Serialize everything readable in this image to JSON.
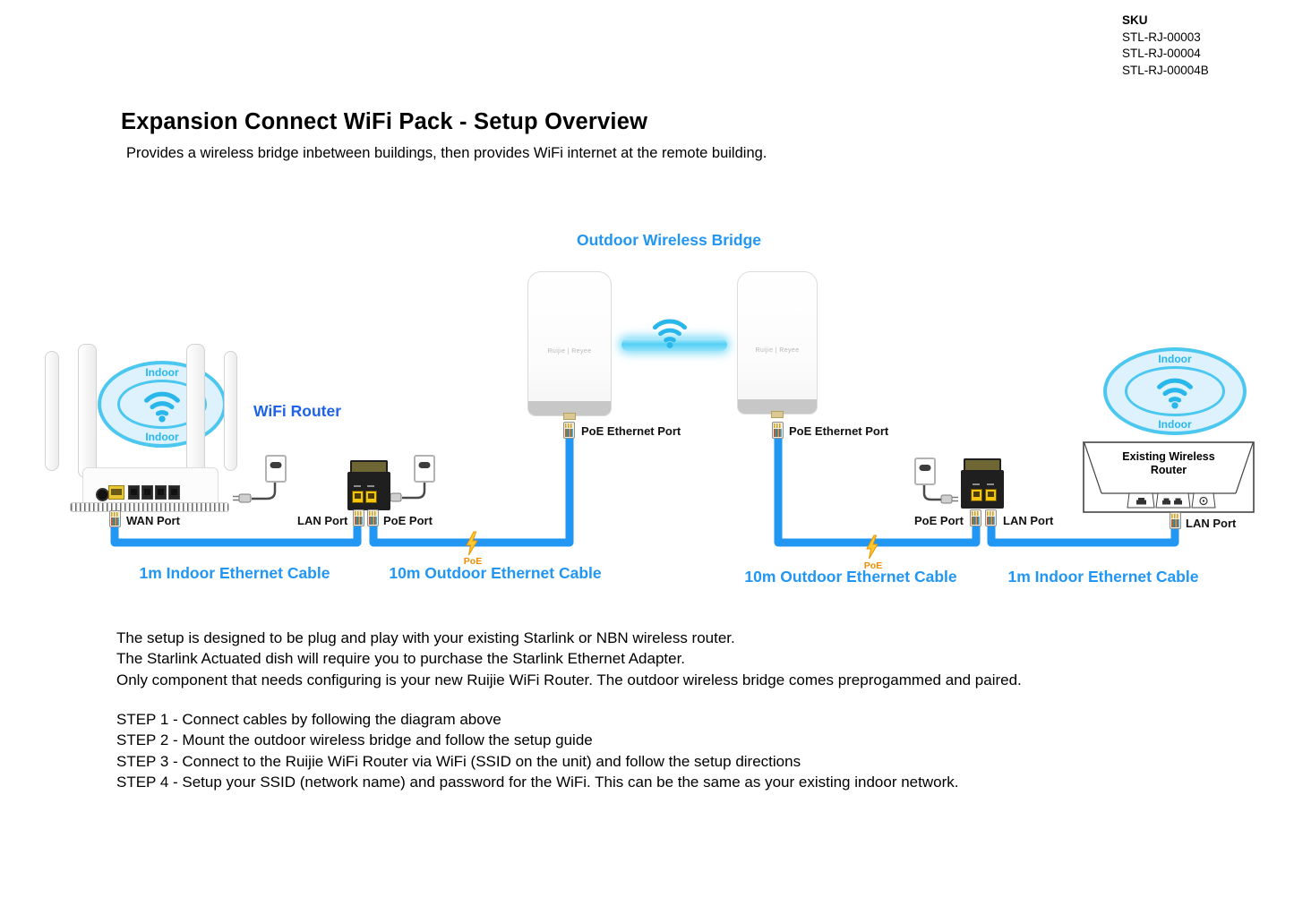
{
  "sku": {
    "heading": "SKU",
    "items": [
      "STL-RJ-00003",
      "STL-RJ-00004",
      "STL-RJ-00004B"
    ]
  },
  "header": {
    "title": "Expansion Connect WiFi Pack -  Setup Overview",
    "subtitle": "Provides a wireless bridge inbetween buildings, then provides WiFi internet at the remote building."
  },
  "diagram": {
    "bridge_title": "Outdoor Wireless Bridge",
    "wifi_router_label": "WiFi Router",
    "indoor_label": "Indoor",
    "device_brand": "Ruijie | Reyee",
    "existing_router_line1": "Existing Wireless",
    "existing_router_line2": "Router",
    "poe_tag": "PoE",
    "ports": {
      "wan": "WAN Port",
      "lan_left": "LAN Port",
      "poe_left": "PoE Port",
      "poe_eth_left": "PoE Ethernet Port",
      "poe_eth_right": "PoE Ethernet Port",
      "poe_right": "PoE Port",
      "lan_right": "LAN Port",
      "lan_existing": "LAN Port"
    },
    "cable_labels": {
      "left_indoor": "1m Indoor Ethernet Cable",
      "left_outdoor": "10m Outdoor Ethernet Cable",
      "right_outdoor": "10m Outdoor Ethernet Cable",
      "right_indoor": "1m Indoor Ethernet Cable"
    },
    "colors": {
      "label_blue": "#2196f3",
      "cable_blue": "#2196f3",
      "wifi_cyan": "#29b6ea",
      "poe_orange": "#f08c00",
      "injector_port_yellow": "#f3c50e"
    }
  },
  "notes": {
    "lines": [
      "The setup is designed to be plug and play with your existing Starlink or NBN wireless router.",
      "The Starlink Actuated dish will require you to purchase the Starlink Ethernet Adapter.",
      "Only component that needs configuring is your new Ruijie WiFi Router. The outdoor wireless bridge comes preprogammed and paired."
    ]
  },
  "steps": {
    "items": [
      "STEP 1 - Connect cables by following the diagram above",
      "STEP 2 - Mount the outdoor wireless bridge and follow the setup guide",
      "STEP 3 - Connect to the Ruijie WiFi Router via WiFi (SSID on the unit) and follow the setup directions",
      "STEP 4 - Setup your SSID (network name) and password for the WiFi. This can be the same as your existing indoor network."
    ]
  }
}
